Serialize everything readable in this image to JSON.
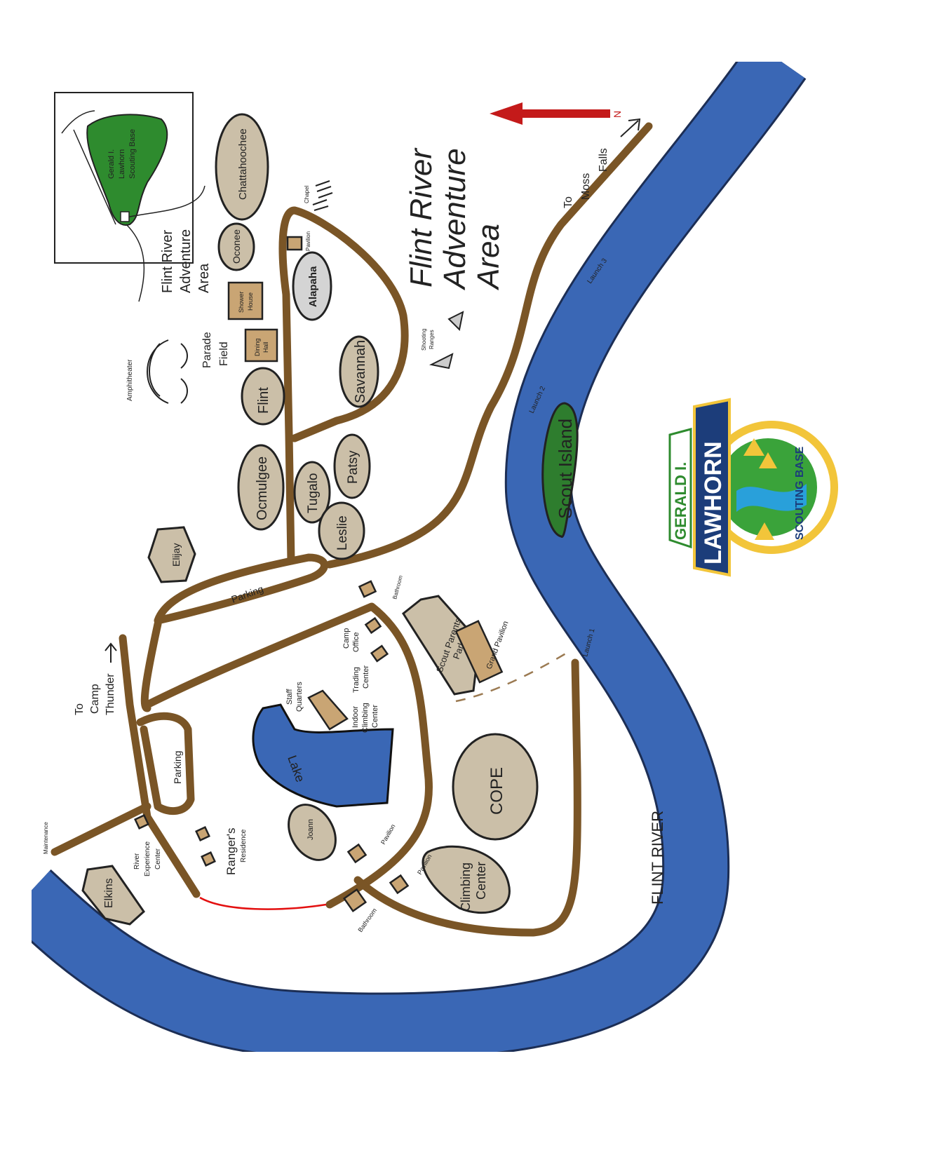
{
  "title": {
    "line1": "Flint River",
    "line2": "Adventure",
    "line3": "Area"
  },
  "inset": {
    "label_lines": [
      "Gerald I.",
      "Lawhorn",
      "Scouting Base"
    ],
    "callout_lines": [
      "Flint River",
      "Adventure",
      "Area"
    ]
  },
  "north_label": "N",
  "campsites": [
    "Chattahoochee",
    "Oconee",
    "Alapaha",
    "Savannah",
    "Flint",
    "Ocmulgee",
    "Tugalo",
    "Patsy",
    "Leslie",
    "Elijay",
    "Elkins",
    "Joann",
    "COPE"
  ],
  "buildings": {
    "shower_house": [
      "Shower",
      "House"
    ],
    "dining_hall": [
      "Dining",
      "Hall"
    ],
    "pavilion": "Pavilion",
    "grand_pavilion": "Grand Pavilion",
    "bathroom": "Bathroom"
  },
  "places": {
    "amphitheater": "Amphitheater",
    "parade_field": [
      "Parade",
      "Field"
    ],
    "chapel": "Chapel",
    "shooting_ranges": [
      "Shooting",
      "Ranges"
    ],
    "parking": "Parking",
    "camp_office": [
      "Camp",
      "Office"
    ],
    "trading_center": [
      "Trading",
      "Center"
    ],
    "staff_quarters": [
      "Staff",
      "Quarters"
    ],
    "indoor_climbing": [
      "Indoor",
      "Climbing",
      "Center"
    ],
    "scout_parents_park": [
      "Scout Parents",
      "Park"
    ],
    "lake": "Lake",
    "climbing_center": [
      "Climbing",
      "Center"
    ],
    "rangers_residence": [
      "Ranger's",
      "Residence"
    ],
    "river_experience": [
      "River",
      "Experience",
      "Center"
    ],
    "maintenance": "Maintenance",
    "scout_island": "Scout Island",
    "flint_river": "FLINT RIVER",
    "launch1": "Launch 1",
    "launch2": "Launch 2",
    "launch3": "Launch 3",
    "to_moss_falls": [
      "To",
      "Moss",
      "Falls"
    ],
    "to_camp_thunder": [
      "To",
      "Camp",
      "Thunder"
    ]
  },
  "logo": {
    "top": "GERALD I.",
    "middle": "LAWHORN",
    "bottom": "SCOUTING BASE"
  },
  "colors": {
    "river": "#3a67b5",
    "road": "#7a5526",
    "site": "#cbbfa8",
    "building": "#c9a574",
    "forest": "#2e8b2e",
    "arrow": "#c41a1a"
  }
}
